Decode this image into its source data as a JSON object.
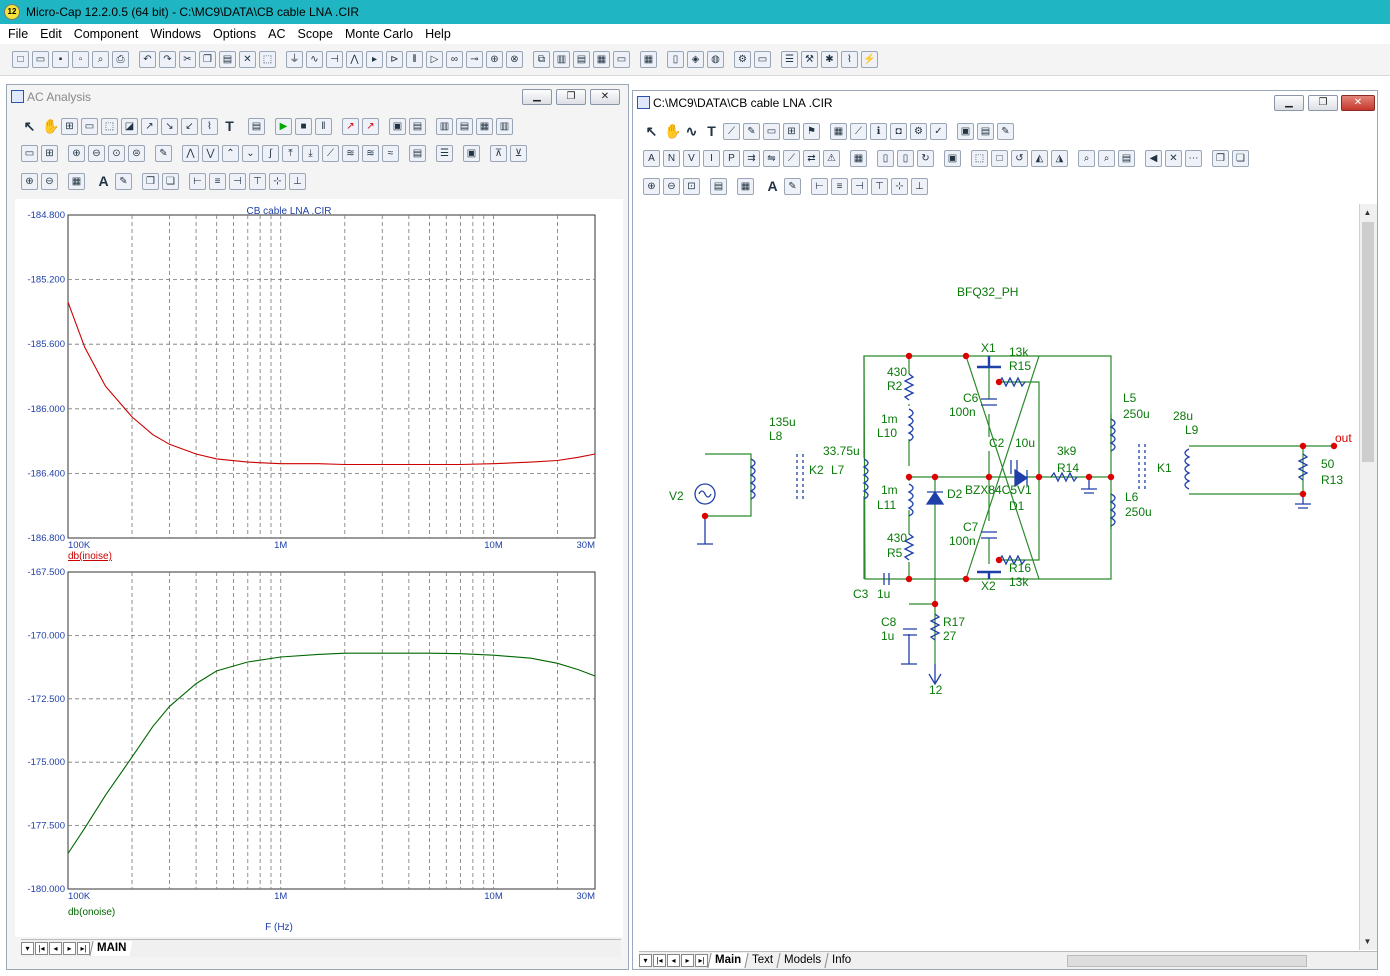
{
  "app": {
    "title": "Micro-Cap 12.2.0.5 (64 bit) - C:\\MC9\\DATA\\CB cable LNA .CIR",
    "icon_text": "12"
  },
  "menu": [
    "File",
    "Edit",
    "Component",
    "Windows",
    "Options",
    "AC",
    "Scope",
    "Monte Carlo",
    "Help"
  ],
  "ac_window": {
    "title": "AC Analysis",
    "tab_active": "MAIN",
    "plot_top": {
      "title": "CB cable LNA .CIR",
      "expr": "db(inoise)"
    },
    "plot_bottom": {
      "expr": "db(onoise)",
      "xlabel": "F (Hz)"
    }
  },
  "schem_window": {
    "title": "C:\\MC9\\DATA\\CB cable LNA .CIR",
    "tabs": [
      "Main",
      "Text",
      "Models",
      "Info"
    ],
    "tab_active": "Main",
    "labels": {
      "model": "BFQ32_PH",
      "X1": "X1",
      "X2": "X2",
      "R15": "R15",
      "R15v": "13k",
      "R16": "R16",
      "R16v": "13k",
      "R2": "R2",
      "R2v": "430",
      "R5": "R5",
      "R5v": "430",
      "C6": "C6",
      "C6v": "100n",
      "C7": "C7",
      "C7v": "100n",
      "L10": "L10",
      "L10v": "1m",
      "L11": "L11",
      "L11v": "1m",
      "C2": "C2",
      "C2v": "10u",
      "R14": "R14",
      "R14v": "3k9",
      "D1": "D1",
      "D1v": "BZX84C5V1",
      "D2": "D2",
      "L5": "L5",
      "L5v": "250u",
      "L6": "L6",
      "L6v": "250u",
      "L7": "L7",
      "L7v": "33.75u",
      "L8": "L8",
      "L8v": "135u",
      "L9": "L9",
      "L9v": "28u",
      "K1": "K1",
      "K2": "K2",
      "V2": "V2",
      "C3": "C3",
      "C3v": "1u",
      "C8": "C8",
      "C8v": "1u",
      "R17": "R17",
      "R17v": "27",
      "R13": "R13",
      "R13v": "50",
      "supply": "12",
      "out": "out"
    }
  },
  "chart_data": [
    {
      "type": "line",
      "title": "CB cable LNA .CIR",
      "x_scale": "log",
      "xlim": [
        100000,
        30000000
      ],
      "ylim": [
        -186.8,
        -184.8
      ],
      "x_ticks": [
        "100K",
        "1M",
        "10M",
        "30M"
      ],
      "y_ticks": [
        "-184.800",
        "-185.200",
        "-185.600",
        "-186.000",
        "-186.400",
        "-186.800"
      ],
      "grid": true,
      "series": [
        {
          "name": "db(inoise)",
          "color": "#cc0000",
          "x": [
            100000,
            120000,
            150000,
            200000,
            250000,
            300000,
            400000,
            500000,
            700000,
            1000000,
            1500000,
            2000000,
            3000000,
            5000000,
            7000000,
            10000000,
            15000000,
            20000000,
            25000000,
            30000000
          ],
          "y": [
            -185.34,
            -185.62,
            -185.86,
            -186.05,
            -186.16,
            -186.22,
            -186.28,
            -186.31,
            -186.33,
            -186.34,
            -186.34,
            -186.345,
            -186.345,
            -186.345,
            -186.345,
            -186.34,
            -186.33,
            -186.32,
            -186.3,
            -186.28
          ]
        }
      ]
    },
    {
      "type": "line",
      "x_scale": "log",
      "xlim": [
        100000,
        30000000
      ],
      "ylim": [
        -180.0,
        -167.5
      ],
      "x_ticks": [
        "100K",
        "1M",
        "10M",
        "30M"
      ],
      "y_ticks": [
        "-167.500",
        "-170.000",
        "-172.500",
        "-175.000",
        "-177.500",
        "-180.000"
      ],
      "xlabel": "F (Hz)",
      "grid": true,
      "series": [
        {
          "name": "db(onoise)",
          "color": "#006600",
          "x": [
            100000,
            120000,
            150000,
            200000,
            250000,
            300000,
            400000,
            500000,
            700000,
            1000000,
            1500000,
            2000000,
            3000000,
            5000000,
            7000000,
            10000000,
            15000000,
            20000000,
            25000000,
            30000000
          ],
          "y": [
            -178.6,
            -177.6,
            -176.3,
            -174.8,
            -173.6,
            -172.8,
            -171.9,
            -171.4,
            -171.05,
            -170.85,
            -170.75,
            -170.7,
            -170.7,
            -170.7,
            -170.72,
            -170.78,
            -170.9,
            -171.1,
            -171.35,
            -171.6
          ]
        }
      ]
    }
  ]
}
